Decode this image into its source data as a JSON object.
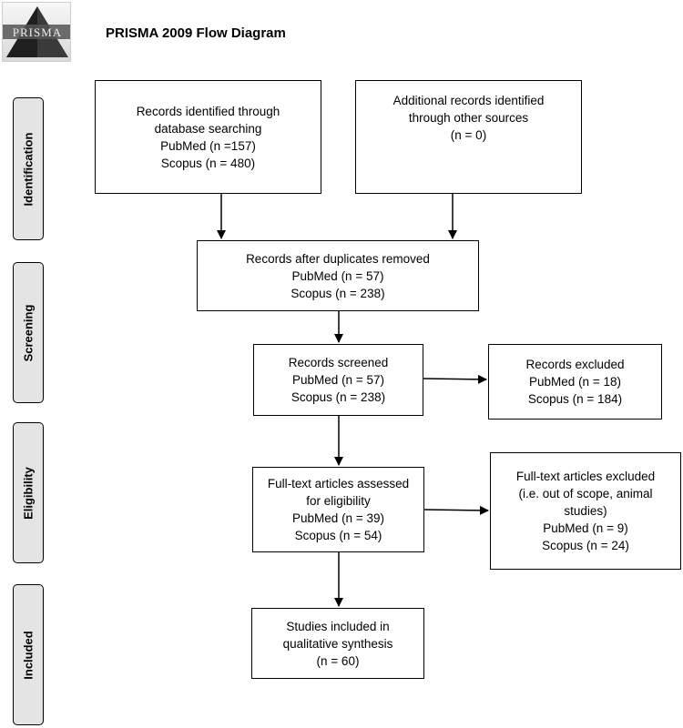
{
  "header": {
    "logo_text": "PRISMA",
    "title": "PRISMA 2009 Flow Diagram"
  },
  "phases": {
    "identification": "Identification",
    "screening": "Screening",
    "eligibility": "Eligibility",
    "included": "Included"
  },
  "boxes": {
    "database_search": {
      "lines": [
        "Records identified through",
        "database searching",
        "PubMed (n =157)",
        "Scopus (n = 480)"
      ]
    },
    "other_sources": {
      "lines": [
        "Additional records identified",
        "through other sources",
        "(n = 0)"
      ]
    },
    "duplicates_removed": {
      "lines": [
        "Records after duplicates removed",
        "PubMed (n = 57)",
        "Scopus (n = 238)"
      ]
    },
    "records_screened": {
      "lines": [
        "Records screened",
        "PubMed (n = 57)",
        "Scopus (n = 238)"
      ]
    },
    "records_excluded": {
      "lines": [
        "Records excluded",
        "PubMed (n = 18)",
        "Scopus (n = 184)"
      ]
    },
    "fulltext_assessed": {
      "lines": [
        "Full-text articles assessed",
        "for eligibility",
        "PubMed (n = 39)",
        "Scopus (n = 54)"
      ]
    },
    "fulltext_excluded": {
      "lines": [
        "Full-text articles excluded",
        "(i.e. out of scope, animal",
        "studies)",
        "PubMed (n = 9)",
        "Scopus (n = 24)"
      ]
    },
    "studies_included": {
      "lines": [
        "Studies included in",
        "qualitative synthesis",
        "(n = 60)"
      ]
    }
  }
}
